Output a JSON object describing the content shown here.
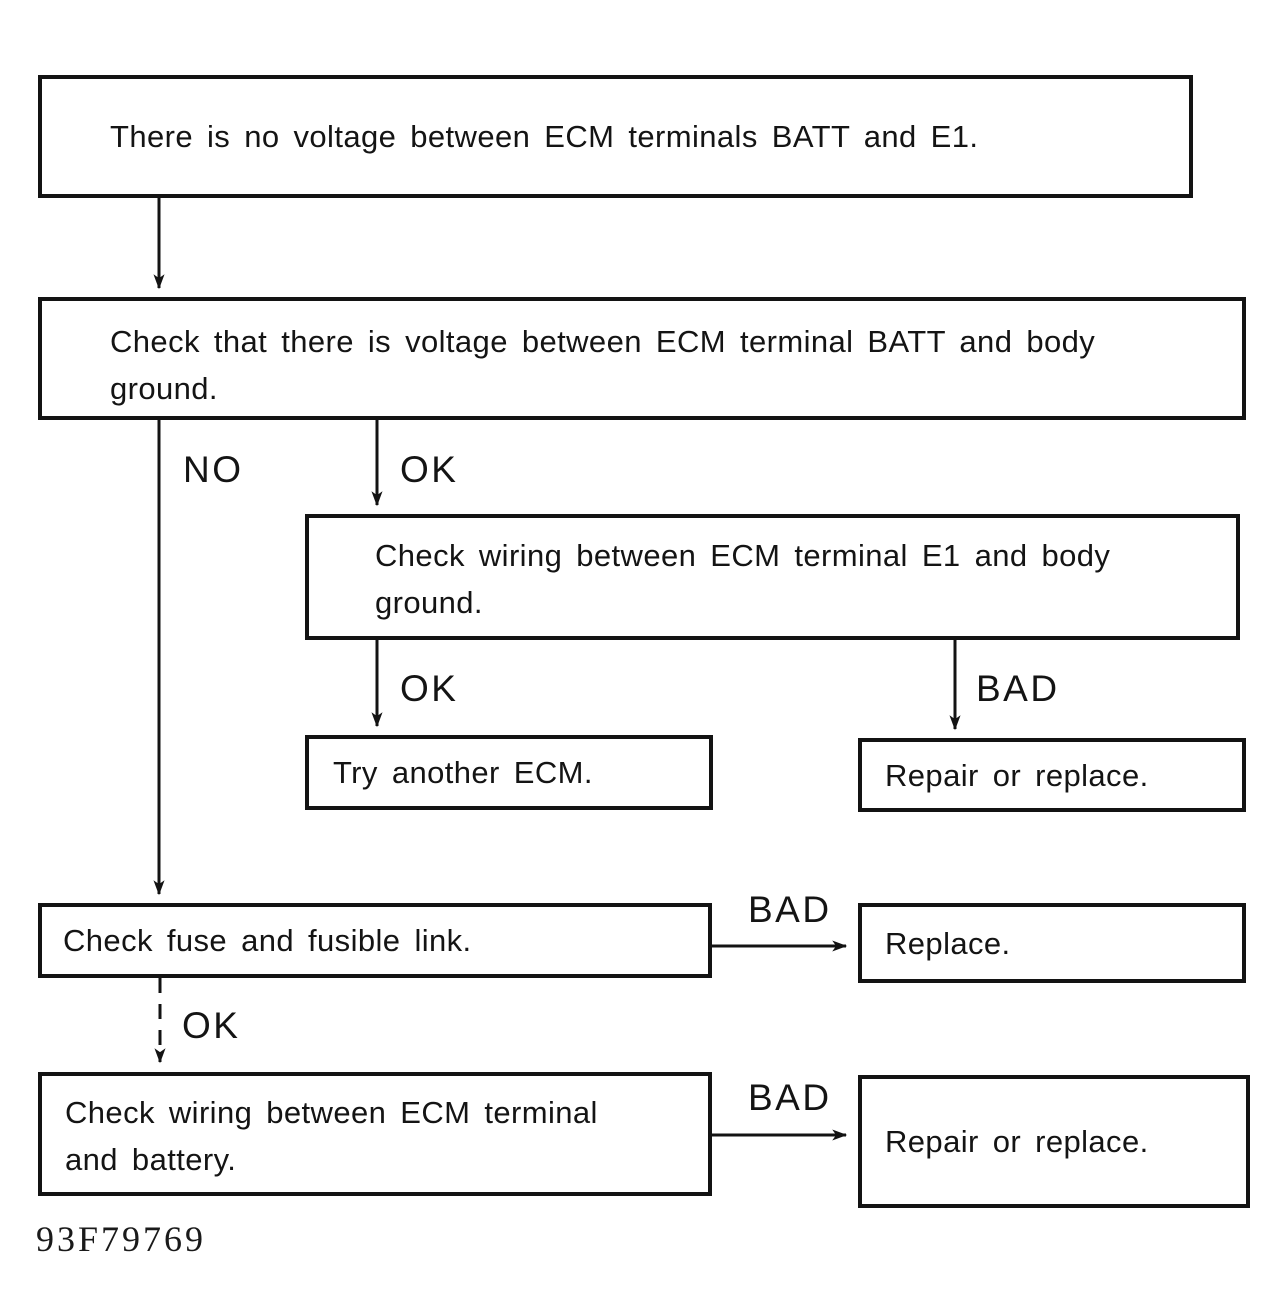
{
  "colors": {
    "ink": "#141414",
    "paper": "#ffffff"
  },
  "caption": "93F79769",
  "nodes": {
    "start": {
      "text": "There is no voltage between ECM terminals BATT and E1."
    },
    "check_batt": {
      "text": "Check that there is voltage between ECM terminal BATT and body\nground."
    },
    "check_e1": {
      "text": "Check wiring between ECM terminal E1 and body\nground."
    },
    "try_ecm": {
      "text": "Try another ECM."
    },
    "repair1": {
      "text": "Repair or replace."
    },
    "check_fuse": {
      "text": "Check fuse and fusible link."
    },
    "replace": {
      "text": "Replace."
    },
    "check_wiring": {
      "text": "Check wiring between ECM terminal\nand battery."
    },
    "repair2": {
      "text": "Repair or replace."
    }
  },
  "edge_labels": {
    "no1": "NO",
    "ok1": "OK",
    "ok2": "OK",
    "bad1": "BAD",
    "bad2": "BAD",
    "ok3": "OK",
    "bad3": "BAD"
  }
}
